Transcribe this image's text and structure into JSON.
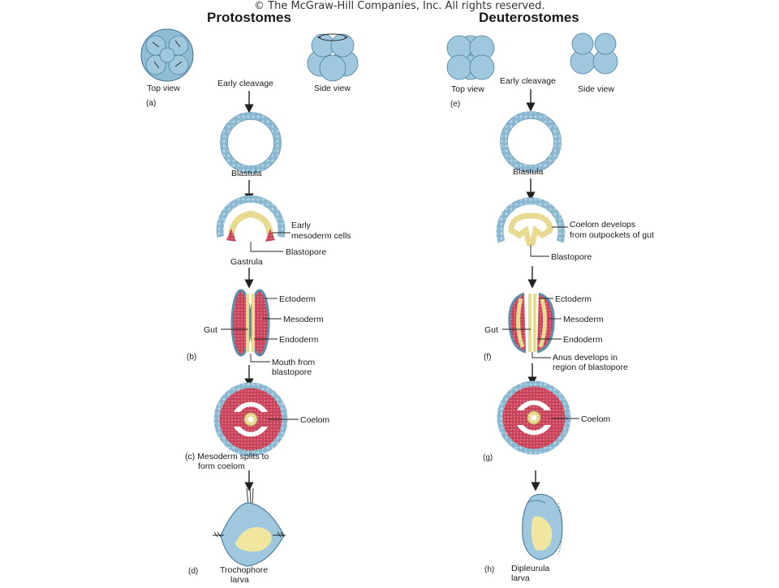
{
  "copyright": "© The McGraw-Hill Companies, Inc. All rights reserved.",
  "protostomes": {
    "heading": "Protostomes",
    "top_view": "Top view",
    "side_view": "Side view",
    "early_cleavage": "Early cleavage",
    "panel_a": "(a)",
    "blastula": "Blastula",
    "early_mesoderm_1": "Early",
    "early_mesoderm_2": "mesoderm cells",
    "blastopore": "Blastopore",
    "gastrula": "Gastrula",
    "ectoderm": "Ectoderm",
    "mesoderm": "Mesoderm",
    "gut": "Gut",
    "endoderm": "Endoderm",
    "panel_b": "(b)",
    "mouth_1": "Mouth from",
    "mouth_2": "blastopore",
    "coelom": "Coelom",
    "panel_c_1": "(c) Mesoderm splits to",
    "panel_c_2": "form coelom",
    "panel_d": "(d)",
    "larva_1": "Trochophore",
    "larva_2": "larva"
  },
  "deuterostomes": {
    "heading": "Deuterostomes",
    "top_view": "Top view",
    "side_view": "Side view",
    "early_cleavage": "Early cleavage",
    "panel_e": "(e)",
    "blastula": "Blastula",
    "coelom_dev_1": "Coelom develops",
    "coelom_dev_2": "from outpockets of gut",
    "blastopore": "Blastopore",
    "ectoderm": "Ectoderm",
    "mesoderm": "Mesoderm",
    "gut": "Gut",
    "endoderm": "Endoderm",
    "panel_f": "(f)",
    "anus_1": "Anus develops in",
    "anus_2": "region of blastopore",
    "coelom": "Coelom",
    "panel_g": "(g)",
    "panel_h": "(h)",
    "larva_1": "Dipleurula",
    "larva_2": "larva"
  }
}
